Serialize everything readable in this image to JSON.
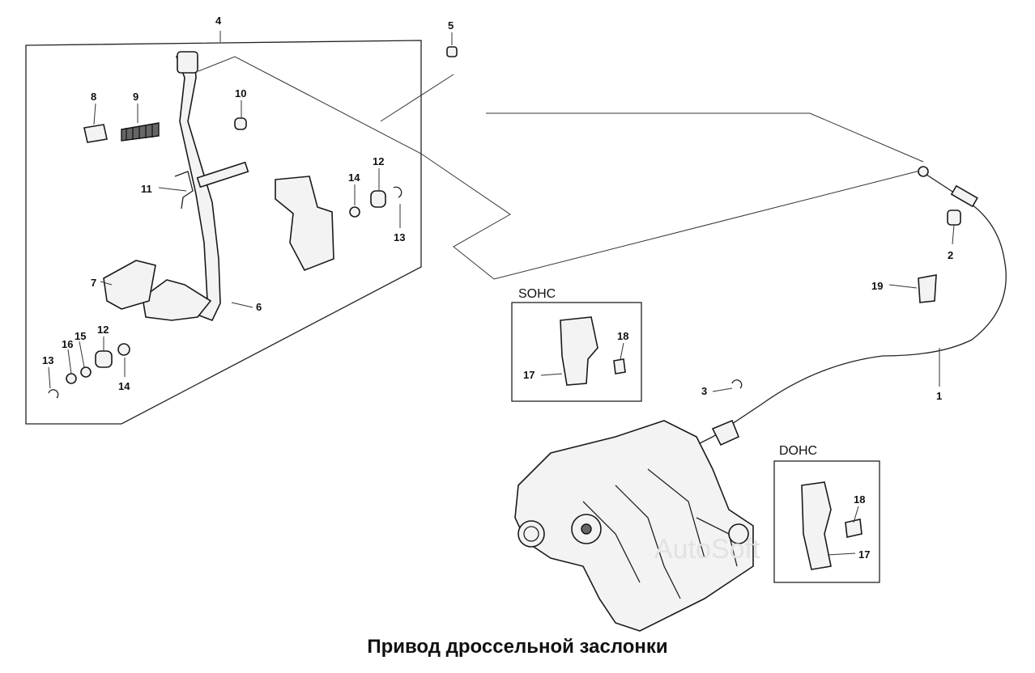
{
  "title": "Привод дроссельной заслонки",
  "watermark": "AutoSoft",
  "variants": {
    "sohc": "SOHC",
    "dohc": "DOHC"
  },
  "callouts": {
    "c1": "1",
    "c2": "2",
    "c3": "3",
    "c4": "4",
    "c5": "5",
    "c6": "6",
    "c7": "7",
    "c8": "8",
    "c9": "9",
    "c10": "10",
    "c11": "11",
    "c12a": "12",
    "c12b": "12",
    "c13a": "13",
    "c13b": "13",
    "c14a": "14",
    "c14b": "14",
    "c15": "15",
    "c16": "16",
    "c17a": "17",
    "c17b": "17",
    "c18a": "18",
    "c18b": "18",
    "c19": "19"
  }
}
